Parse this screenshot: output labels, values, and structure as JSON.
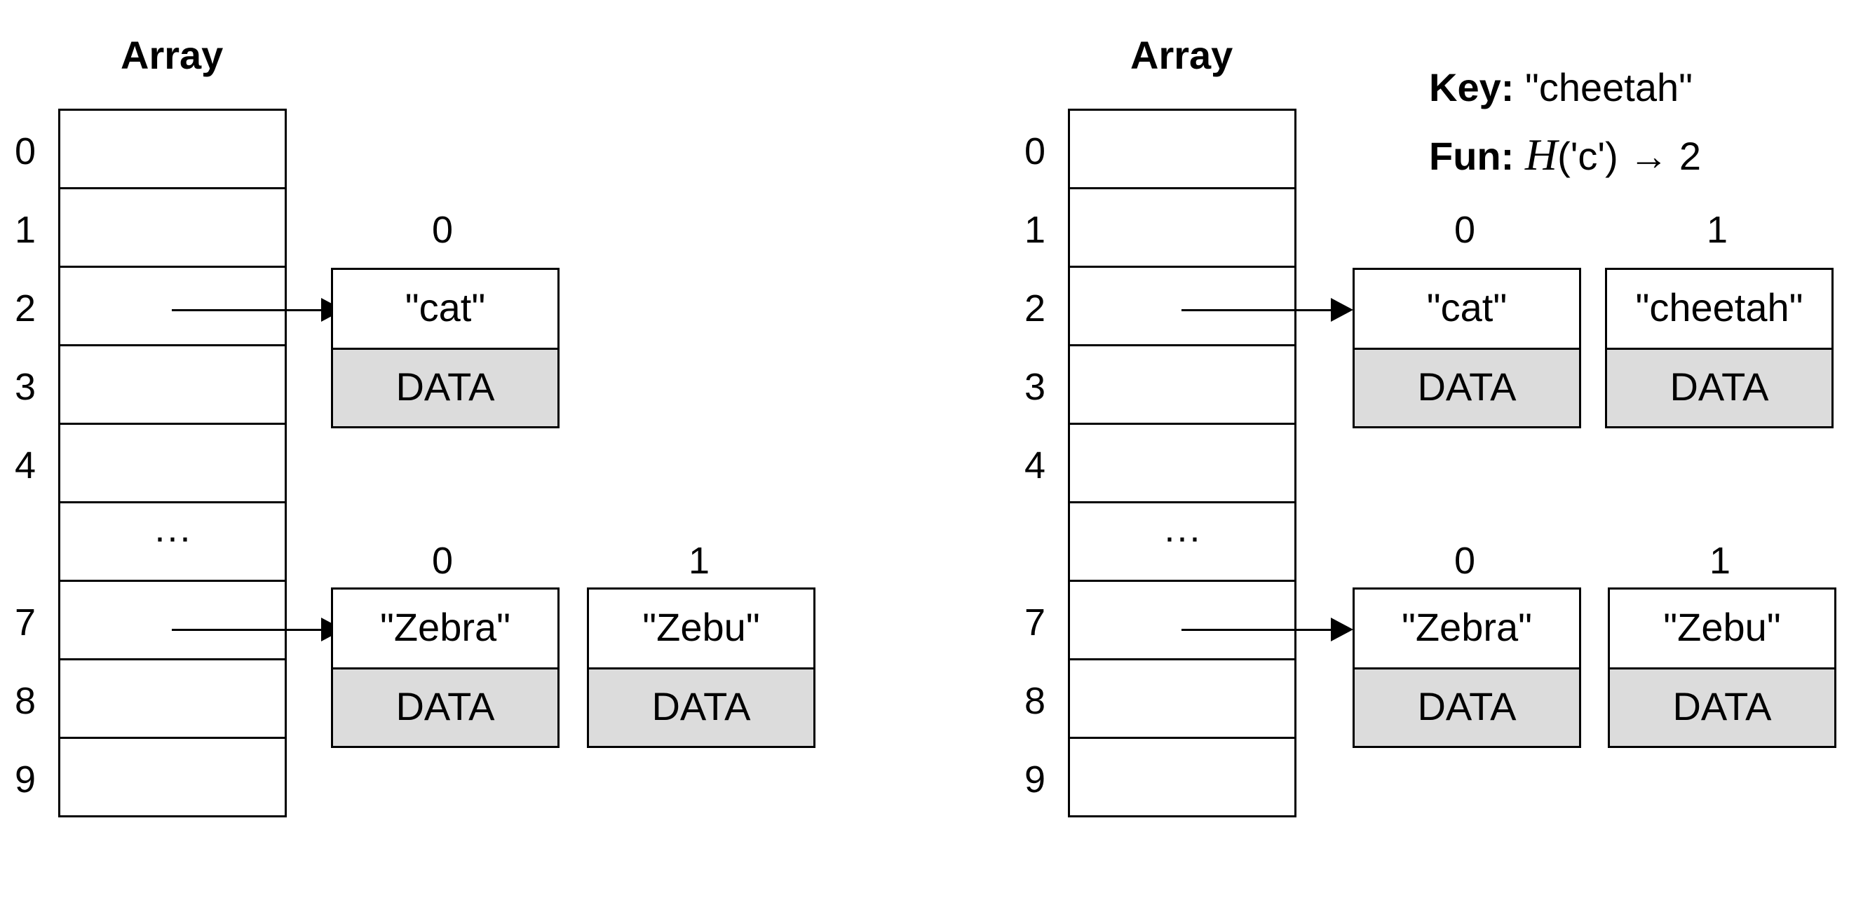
{
  "left": {
    "title": "Array",
    "indices": [
      "0",
      "1",
      "2",
      "3",
      "4",
      "",
      "7",
      "8",
      "9"
    ],
    "ellipsis": "···",
    "bucket2": {
      "index0": "0",
      "node0": {
        "key": "\"cat\"",
        "data": "DATA"
      }
    },
    "bucket7": {
      "index0": "0",
      "index1": "1",
      "node0": {
        "key": "\"Zebra\"",
        "data": "DATA"
      },
      "node1": {
        "key": "\"Zebu\"",
        "data": "DATA"
      }
    }
  },
  "right": {
    "title": "Array",
    "key_label": "Key:",
    "key_value": "\"cheetah\"",
    "fun_label": "Fun:",
    "fun_name": "H",
    "fun_arg": "('c')",
    "fun_arrow": "→",
    "fun_result": "2",
    "indices": [
      "0",
      "1",
      "2",
      "3",
      "4",
      "",
      "7",
      "8",
      "9"
    ],
    "ellipsis": "···",
    "bucket2": {
      "index0": "0",
      "index1": "1",
      "node0": {
        "key": "\"cat\"",
        "data": "DATA"
      },
      "node1": {
        "key": "\"cheetah\"",
        "data": "DATA"
      }
    },
    "bucket7": {
      "index0": "0",
      "index1": "1",
      "node0": {
        "key": "\"Zebra\"",
        "data": "DATA"
      },
      "node1": {
        "key": "\"Zebu\"",
        "data": "DATA"
      }
    }
  }
}
